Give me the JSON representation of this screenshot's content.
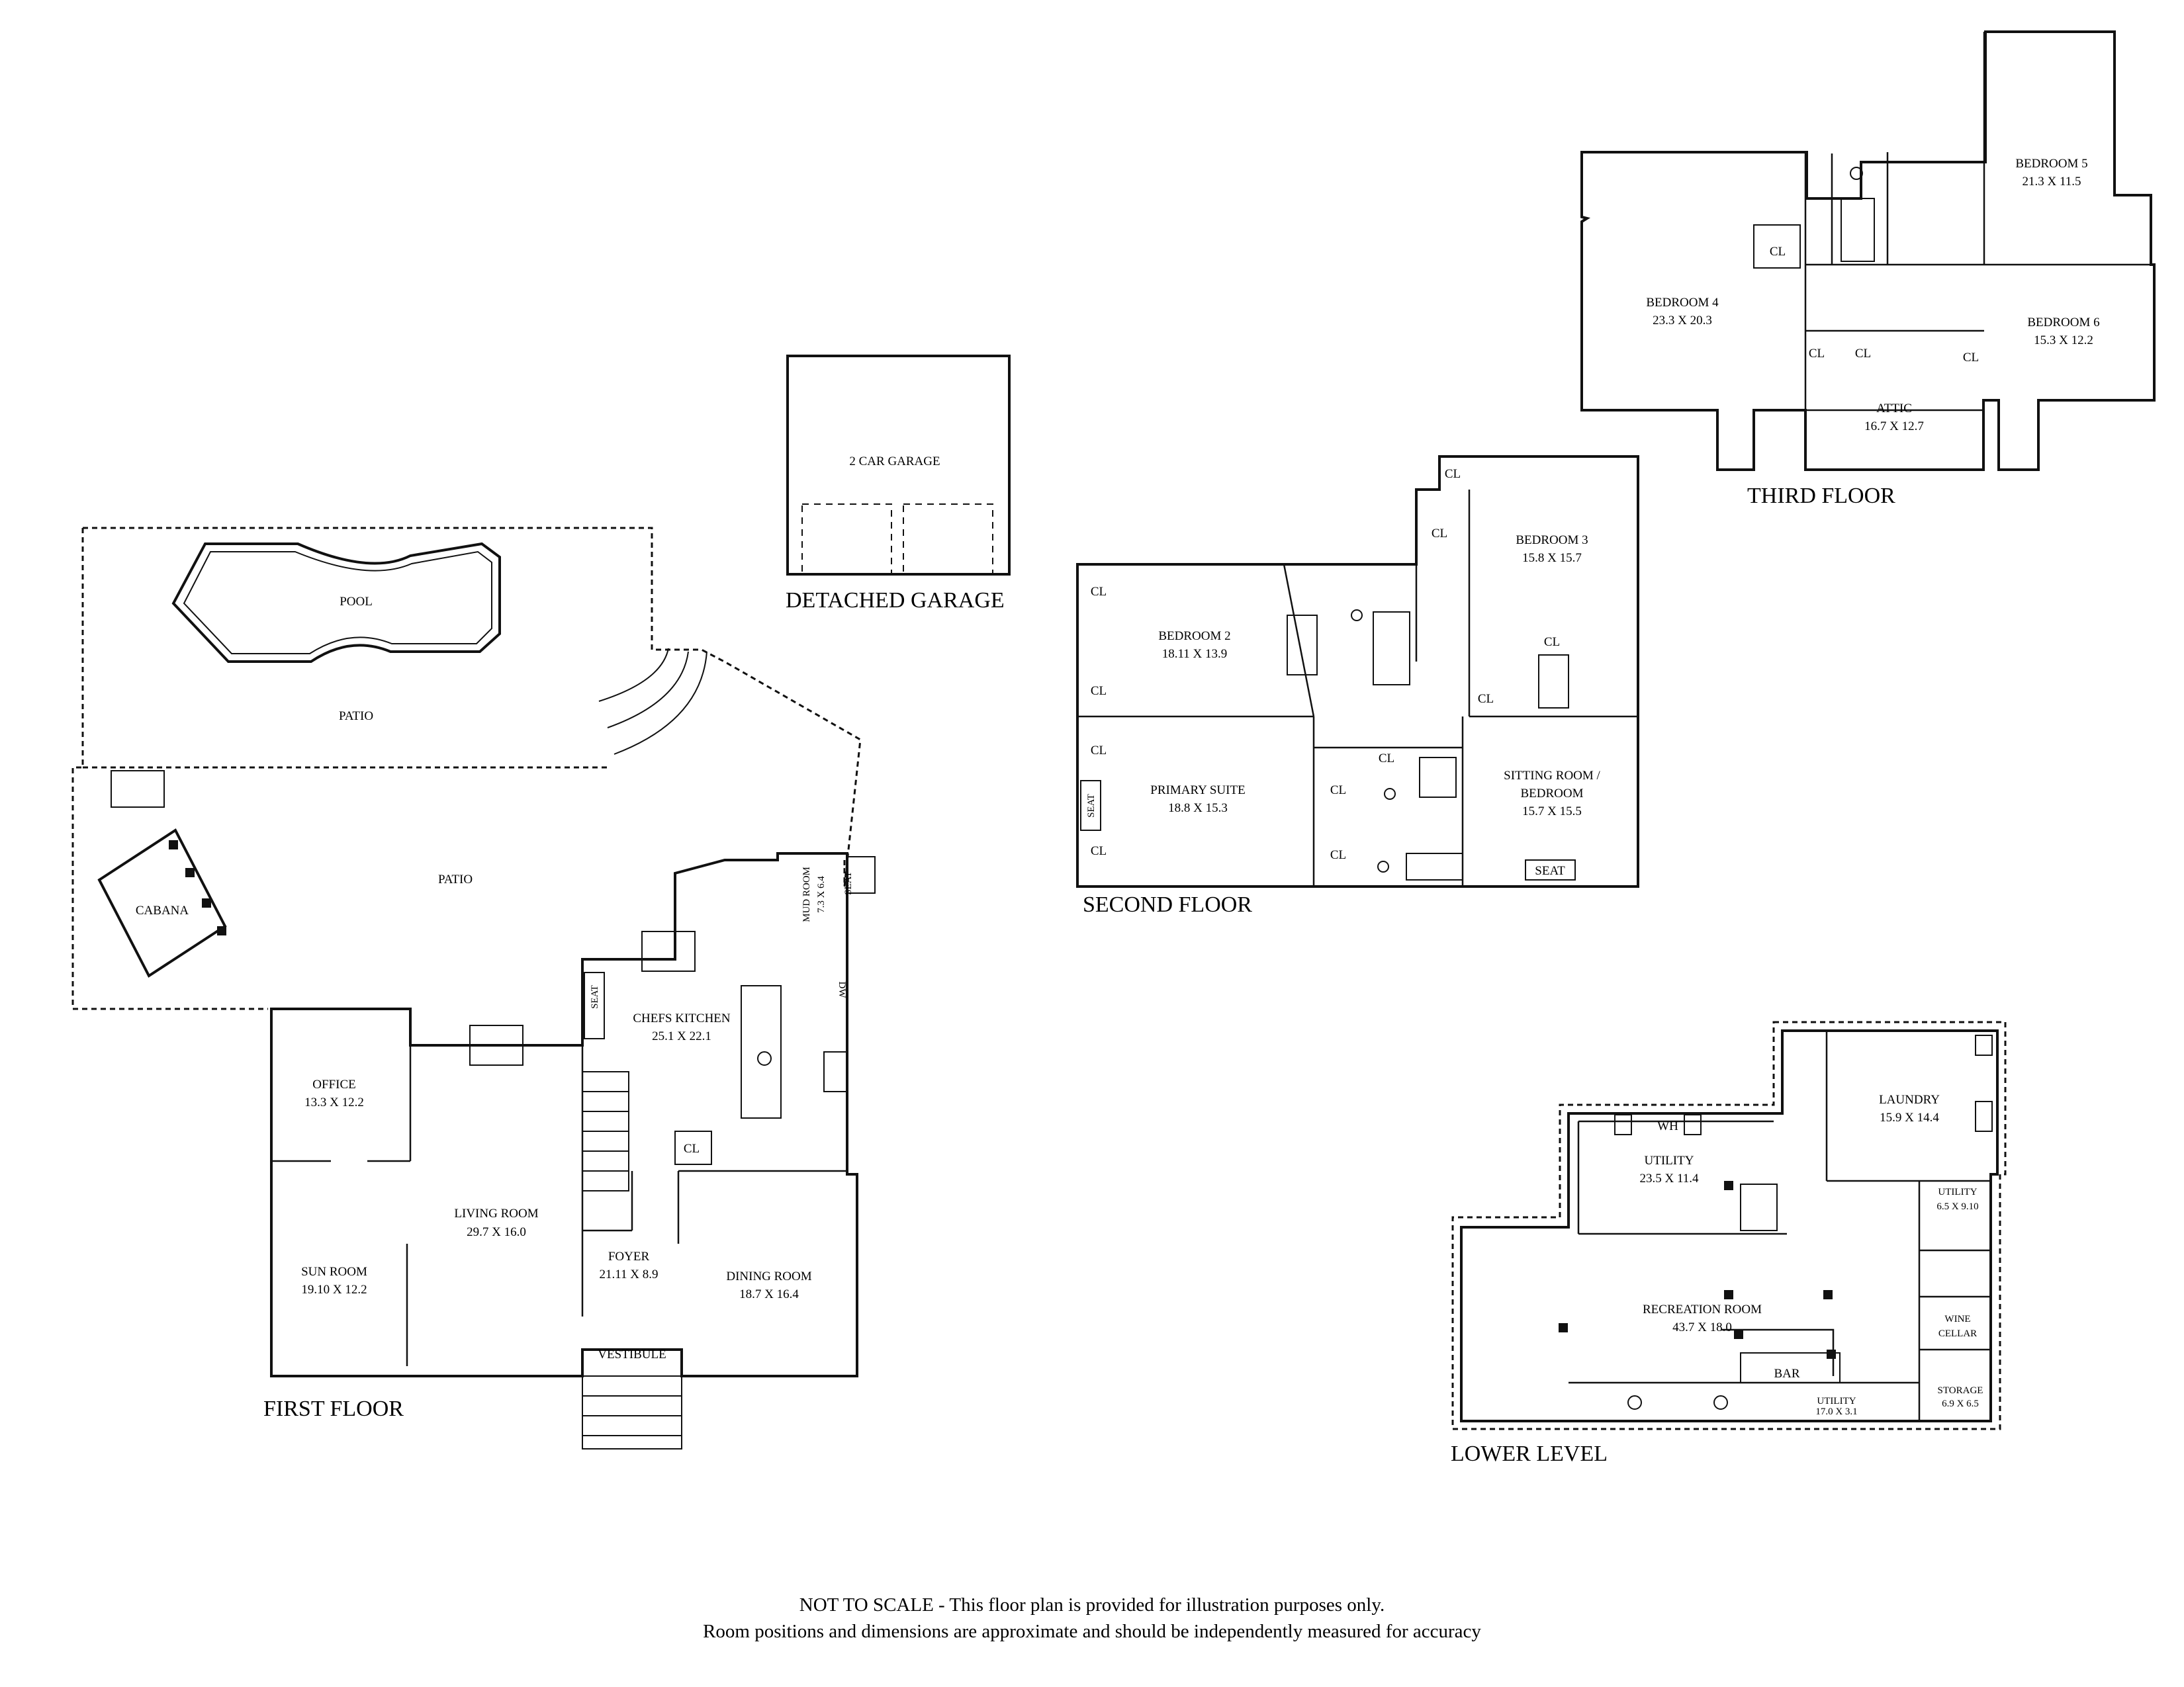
{
  "floors": {
    "first": {
      "title": "FIRST FLOOR",
      "rooms": {
        "pool": "POOL",
        "patio_upper": "PATIO",
        "patio_lower": "PATIO",
        "cabana": "CABANA",
        "office": "OFFICE",
        "office_dim": "13.3 X 12.2",
        "sun_room": "SUN ROOM",
        "sun_room_dim": "19.10 X 12.2",
        "living_room": "LIVING ROOM",
        "living_room_dim": "29.7 X 16.0",
        "foyer": "FOYER",
        "foyer_dim": "21.11 X 8.9",
        "dining_room": "DINING ROOM",
        "dining_room_dim": "18.7 X 16.4",
        "vestibule": "VESTIBULE",
        "chefs_kitchen": "CHEFS KITCHEN",
        "chefs_kitchen_dim": "25.1 X 22.1",
        "mud_room": "MUD ROOM",
        "mud_room_dim": "7.3 X 6.4",
        "seat_kitchen": "SEAT",
        "seat_mud": "SEAT",
        "cl": "CL",
        "dw": "DW"
      }
    },
    "garage": {
      "title": "DETACHED GARAGE",
      "label": "2 CAR GARAGE"
    },
    "second": {
      "title": "SECOND FLOOR",
      "rooms": {
        "bedroom2": "BEDROOM 2",
        "bedroom2_dim": "18.11 X 13.9",
        "primary_suite": "PRIMARY SUITE",
        "primary_suite_dim": "18.8 X 15.3",
        "bedroom3": "BEDROOM 3",
        "bedroom3_dim": "15.8 X 15.7",
        "sitting_line1": "SITTING ROOM /",
        "sitting_line2": "BEDROOM",
        "sitting_dim": "15.7 X 15.5",
        "seat": "SEAT",
        "cl": "CL"
      }
    },
    "third": {
      "title": "THIRD FLOOR",
      "rooms": {
        "bedroom4": "BEDROOM 4",
        "bedroom4_dim": "23.3 X 20.3",
        "bedroom5": "BEDROOM 5",
        "bedroom5_dim": "21.3 X 11.5",
        "bedroom6": "BEDROOM 6",
        "bedroom6_dim": "15.3 X 12.2",
        "attic": "ATTIC",
        "attic_dim": "16.7 X 12.7",
        "cl": "CL"
      }
    },
    "lower": {
      "title": "LOWER LEVEL",
      "rooms": {
        "wh": "WH",
        "utility": "UTILITY",
        "utility_dim": "23.5 X 11.4",
        "laundry": "LAUNDRY",
        "laundry_dim": "15.9 X 14.4",
        "utility2": "UTILITY",
        "utility2_dim": "6.5 X 9.10",
        "recreation": "RECREATION ROOM",
        "recreation_dim": "43.7 X 18.0",
        "wine_line1": "WINE",
        "wine_line2": "CELLAR",
        "bar": "BAR",
        "utility3": "UTILITY",
        "utility3_dim": "17.0 X 3.1",
        "storage": "STORAGE",
        "storage_dim": "6.9 X 6.5"
      }
    }
  },
  "disclaimer": {
    "line1": "NOT TO SCALE - This floor plan is provided for illustration purposes only.",
    "line2": "Room positions and dimensions are approximate and should be independently measured for accuracy"
  }
}
